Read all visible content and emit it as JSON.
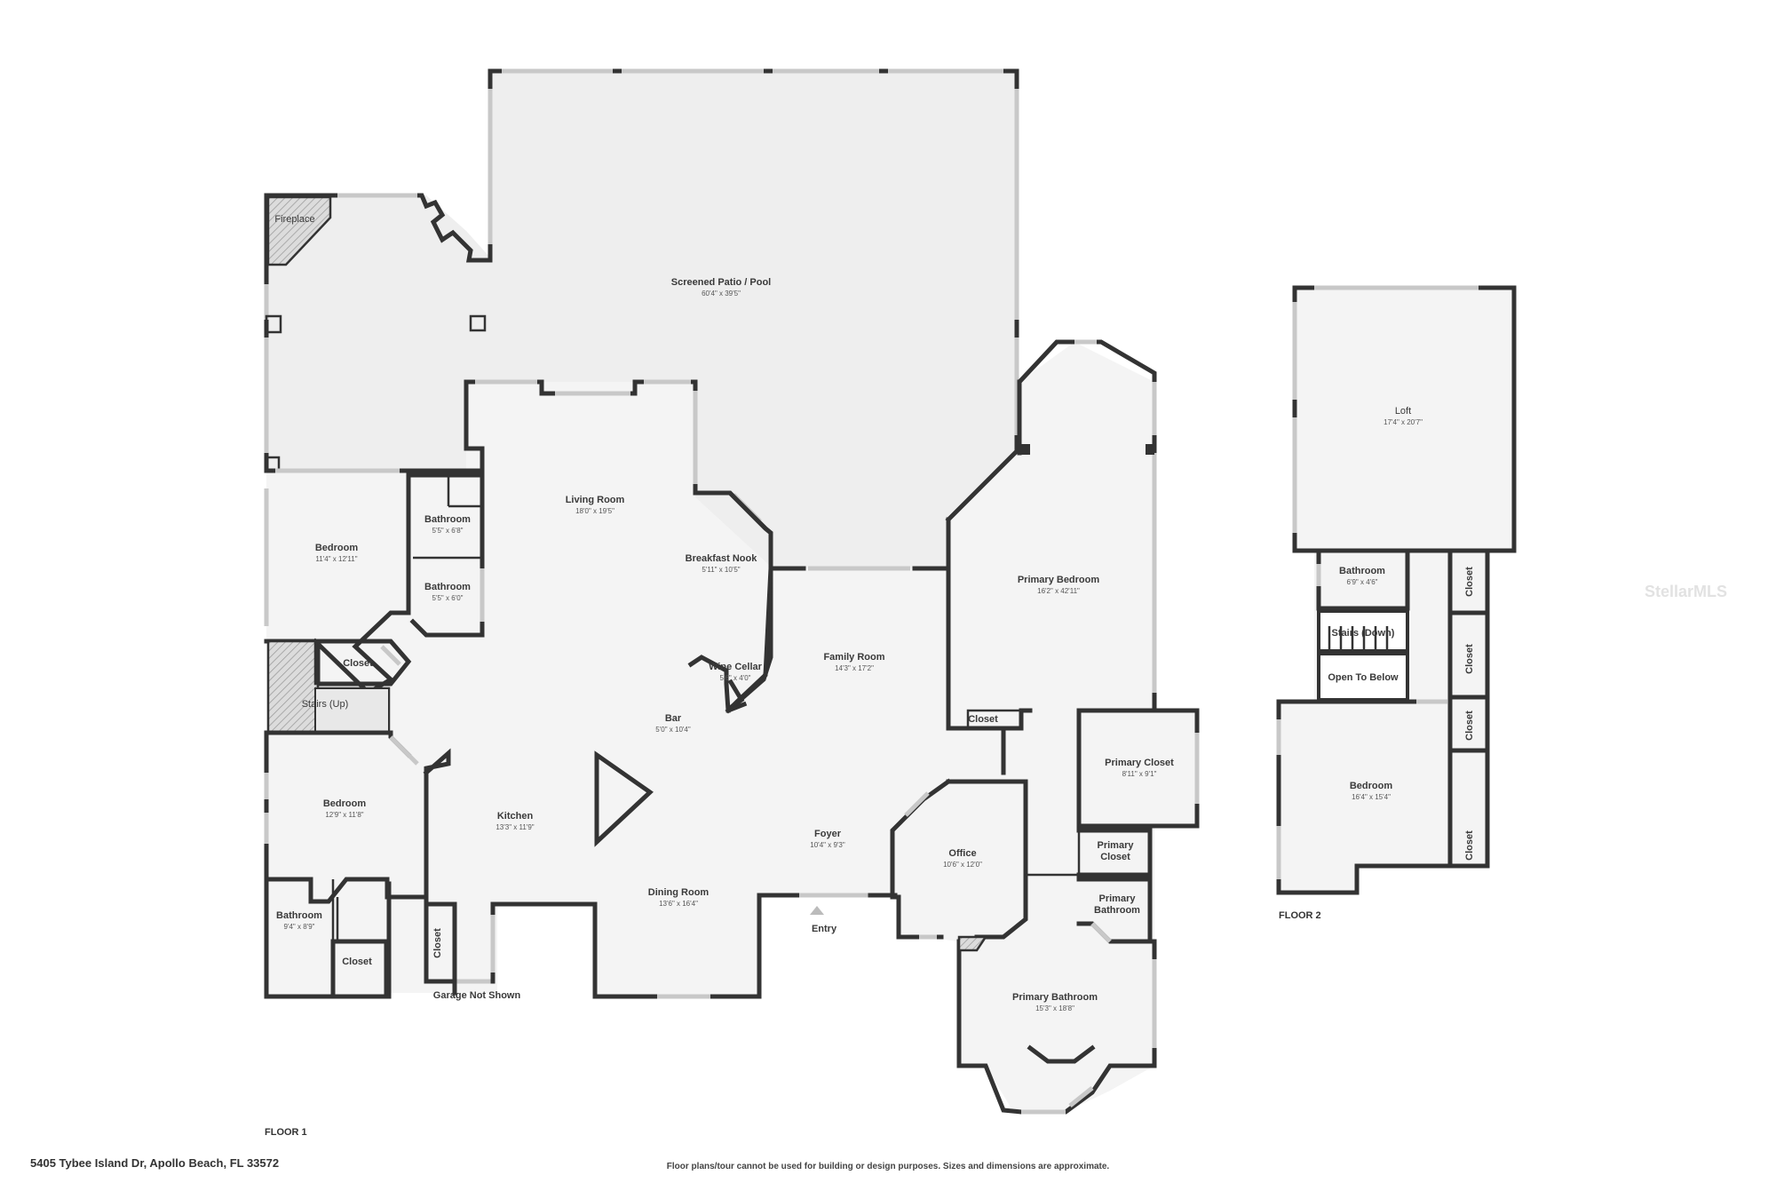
{
  "floor1": {
    "label": "FLOOR 1",
    "rooms": [
      {
        "key": "patio",
        "name": "Screened Patio / Pool",
        "dim": "60'4\" x 39'5\""
      },
      {
        "key": "living",
        "name": "Living Room",
        "dim": "18'0\" x 19'5\""
      },
      {
        "key": "breakfast",
        "name": "Breakfast Nook",
        "dim": "5'11\" x 10'5\""
      },
      {
        "key": "bed1",
        "name": "Bedroom",
        "dim": "11'4\" x 12'11\""
      },
      {
        "key": "bath1",
        "name": "Bathroom",
        "dim": "5'5\" x 6'8\""
      },
      {
        "key": "bath2",
        "name": "Bathroom",
        "dim": "5'5\" x 6'0\""
      },
      {
        "key": "closet1",
        "name": "Closet",
        "dim": ""
      },
      {
        "key": "stairsup",
        "name": "Stairs (Up)",
        "dim": ""
      },
      {
        "key": "wine",
        "name": "Wine Cellar",
        "dim": "5'6\" x 4'0\""
      },
      {
        "key": "family",
        "name": "Family Room",
        "dim": "14'3\" x 17'2\""
      },
      {
        "key": "bar",
        "name": "Bar",
        "dim": "5'0\" x 10'4\""
      },
      {
        "key": "primarybed",
        "name": "Primary Bedroom",
        "dim": "16'2\" x 42'11\""
      },
      {
        "key": "closet2",
        "name": "Closet",
        "dim": ""
      },
      {
        "key": "primarycloset",
        "name": "Primary Closet",
        "dim": "8'11\" x 9'1\""
      },
      {
        "key": "bed2",
        "name": "Bedroom",
        "dim": "12'9\" x 11'8\""
      },
      {
        "key": "kitchen",
        "name": "Kitchen",
        "dim": "13'3\" x 11'9\""
      },
      {
        "key": "foyer",
        "name": "Foyer",
        "dim": "10'4\" x 9'3\""
      },
      {
        "key": "office",
        "name": "Office",
        "dim": "10'6\" x 12'0\""
      },
      {
        "key": "primarycloset2",
        "name": "Primary Closet",
        "dim": ""
      },
      {
        "key": "primarybath2",
        "name": "Primary Bathroom",
        "dim": ""
      },
      {
        "key": "bath3",
        "name": "Bathroom",
        "dim": "9'4\" x 8'9\""
      },
      {
        "key": "closet3",
        "name": "Closet",
        "dim": ""
      },
      {
        "key": "closet4",
        "name": "Closet",
        "dim": ""
      },
      {
        "key": "dining",
        "name": "Dining Room",
        "dim": "13'6\" x 16'4\""
      },
      {
        "key": "primarybath",
        "name": "Primary Bathroom",
        "dim": "15'3\" x 18'8\""
      }
    ],
    "fireplace": "Fireplace",
    "entry": "Entry",
    "garage": "Garage Not Shown"
  },
  "floor2": {
    "label": "FLOOR 2",
    "rooms": [
      {
        "key": "loft",
        "name": "Loft",
        "dim": "17'4\" x 20'7\""
      },
      {
        "key": "bath",
        "name": "Bathroom",
        "dim": "6'9\" x 4'6\""
      },
      {
        "key": "stairsdown",
        "name": "Stairs (Down)",
        "dim": ""
      },
      {
        "key": "opentobelow",
        "name": "Open To Below",
        "dim": ""
      },
      {
        "key": "bed",
        "name": "Bedroom",
        "dim": "16'4\" x 15'4\""
      },
      {
        "key": "c1",
        "name": "Closet",
        "dim": ""
      },
      {
        "key": "c2",
        "name": "Closet",
        "dim": ""
      },
      {
        "key": "c3",
        "name": "Closet",
        "dim": ""
      },
      {
        "key": "c4",
        "name": "Closet",
        "dim": ""
      }
    ]
  },
  "address": "5405 Tybee Island Dr, Apollo Beach, FL 33572",
  "disclaimer": "Floor plans/tour cannot be used for building or design purposes. Sizes and dimensions are approximate.",
  "watermark": "StellarMLS"
}
